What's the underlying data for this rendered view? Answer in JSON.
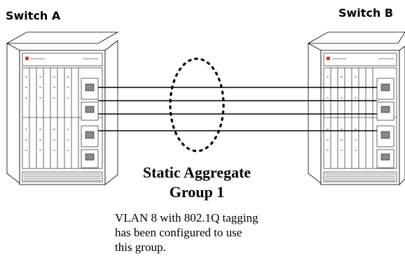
{
  "switches": {
    "left_label": "Switch A",
    "right_label": "Switch B"
  },
  "group": {
    "title_line1": "Static Aggregate",
    "title_line2": "Group 1"
  },
  "description": {
    "line1": "VLAN 8 with 802.1Q tagging",
    "line2": "has been configured to use",
    "line3": "this group."
  },
  "colors": {
    "logo_accent": "#e03a2a",
    "line": "#000000"
  }
}
